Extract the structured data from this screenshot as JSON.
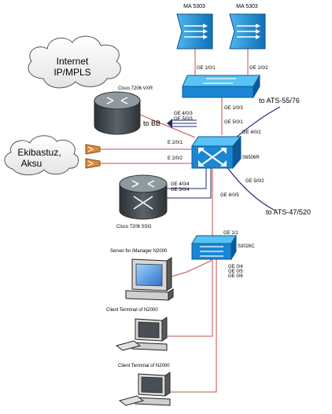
{
  "colors": {
    "link_red": "#c0504d",
    "link_blue": "#1f2a6e",
    "switch_face": "#1a86d4",
    "switch_top": "#58c3f4",
    "switch_side": "#0b5a97",
    "router_top": "#8f99a0",
    "router_side": "#3c4349",
    "ma_body": "#1b8fd6",
    "antenna": "#d98a3a"
  },
  "devices": {
    "ma_left": "MA 5303",
    "ma_right": "MA 5303",
    "cisco_vxr": "Cisco 7206 VXR",
    "core_switch": "S6506R",
    "cisco_ssg": "Cisco 7206 SSG",
    "access_switch": "S3026C",
    "server": "Server for iManager N2000",
    "client_1": "Client Terminal of N2000",
    "client_2": "Client Terminal of N2000"
  },
  "clouds": {
    "internet_line1": "Internet",
    "internet_line2": "IP/MPLS",
    "region_line1": "Ekibastuz,",
    "region_line2": "Aksu"
  },
  "ports": {
    "ge_1_0_1": "GE 1/0/1",
    "ge_1_0_2": "GE 1/0/2",
    "ge_1_0_3": "GE 1/0/3",
    "ge_5_0_1": "GE 5/0/1",
    "ge_4_0_3": "GE 4/0/3",
    "ge_5_0_3": "GE 5/0/3",
    "ge_4_0_2": "GE 4/0/2",
    "e_2_0_1": "E 2/0/1",
    "e_2_0_2": "E 2/0/2",
    "ge_4_0_4": "GE 4/0/4",
    "ge_5_0_4": "GE 5/0/4",
    "ge_5_0_2": "GE 5/0/2",
    "ge_4_0_5": "GE 4/0/5",
    "ge_1_1": "GE 1/1",
    "ge_0_4": "GE 0/4",
    "ge_0_5": "GE 0/5",
    "ge_0_6": "GE 0/6"
  },
  "destinations": {
    "to_bb": "to BB",
    "to_ats_55_76": "to ATS-55/76",
    "to_ats_47_520": "to ATS-47/520"
  }
}
